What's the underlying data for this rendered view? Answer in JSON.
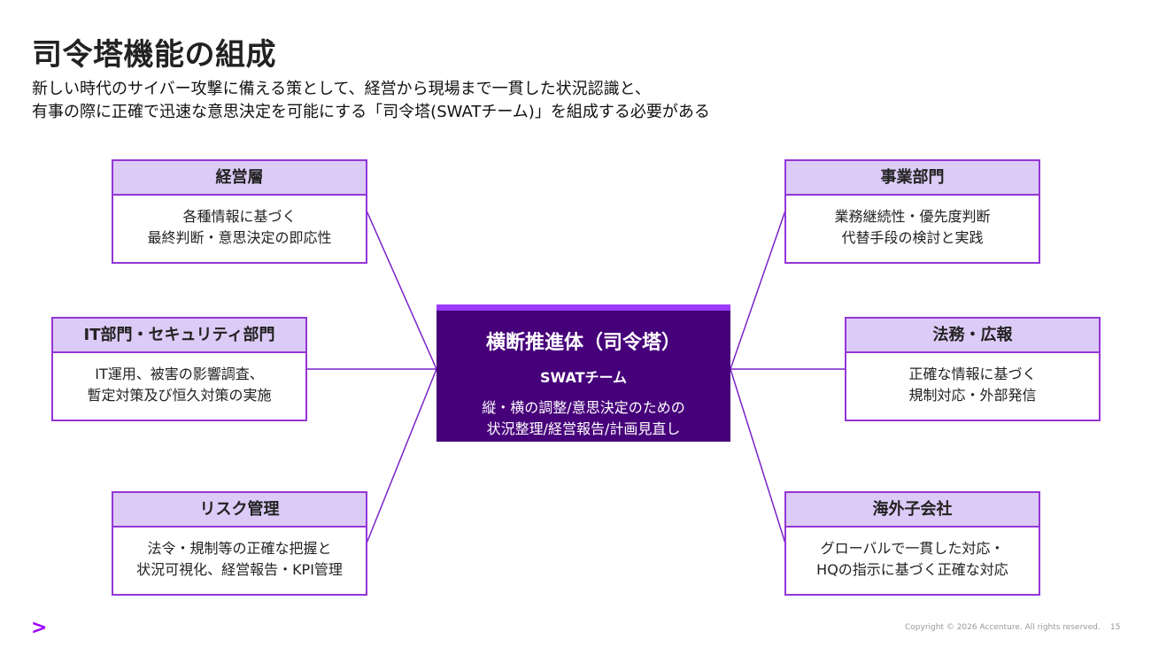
{
  "slide": {
    "title": "司令塔機能の組成",
    "subtitle_lines": [
      "新しい時代のサイバー攻撃に備える策として、経営から現場まで一貫した状況認識と、",
      "有事の際に正確で迅速な意思決定を可能にする「司令塔(SWATチーム)」を組成する必要がある"
    ]
  },
  "center": {
    "title": "横断推進体（司令塔）",
    "subtitle": "SWATチーム",
    "lines": [
      "縦・横の調整/意思決定のための",
      "状況整理/経営報告/計画見直し"
    ]
  },
  "boxes": {
    "management": {
      "title": "経営層",
      "lines": [
        "各種情報に基づく",
        "最終判断・意思決定の即応性"
      ]
    },
    "it_security": {
      "title": "IT部門・セキュリティ部門",
      "lines": [
        "IT運用、被害の影響調査、",
        "暫定対策及び恒久対策の実施"
      ]
    },
    "risk": {
      "title": "リスク管理",
      "lines": [
        "法令・規制等の正確な把握と",
        "状況可視化、経営報告・KPI管理"
      ]
    },
    "business": {
      "title": "事業部門",
      "lines": [
        "業務継続性・優先度判断",
        "代替手段の検討と実践"
      ]
    },
    "legal_pr": {
      "title": "法務・広報",
      "lines": [
        "正確な情報に基づく",
        "規制対応・外部発信"
      ]
    },
    "subsidiaries": {
      "title": "海外子会社",
      "lines": [
        "グローバルで一貫した対応・",
        "HQの指示に基づく正確な対応"
      ]
    }
  },
  "footer": {
    "logo": ">",
    "copyright": "Copyright © 2026 Accenture. All rights reserved.",
    "page_number": "15"
  },
  "colors": {
    "accent": "#a100ff",
    "box_border": "#9436d6",
    "box_header_bg": "#dccbf6",
    "center_bg": "#46007a",
    "connector": "#7a22c9"
  }
}
